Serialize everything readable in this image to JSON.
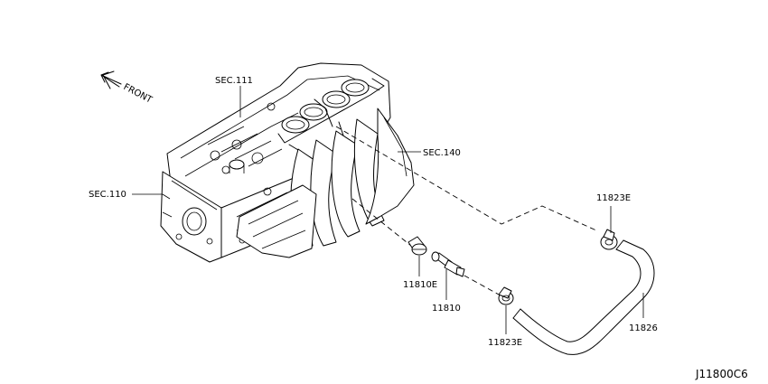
{
  "labels": {
    "front": "FRONT",
    "sec111": "SEC.111",
    "sec110": "SEC.110",
    "sec140": "SEC.140",
    "p11823E_top": "11823E",
    "p11810E": "11810E",
    "p11810": "11810",
    "p11823E_bottom": "11823E",
    "p11826": "11826",
    "figure_code": "J11800C6"
  }
}
